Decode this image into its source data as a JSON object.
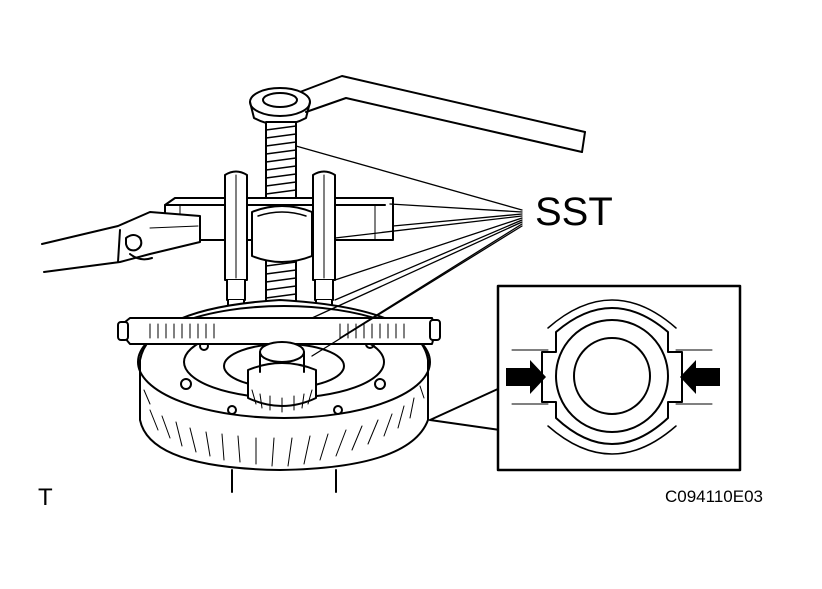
{
  "labels": {
    "sst": "SST",
    "figure_code": "C094110E03",
    "corner_mark": "T"
  },
  "colors": {
    "ink": "#000000",
    "paper": "#ffffff",
    "shade": "#d9d9d9"
  },
  "icons": {
    "inset_arrows": "arrow-icon"
  }
}
